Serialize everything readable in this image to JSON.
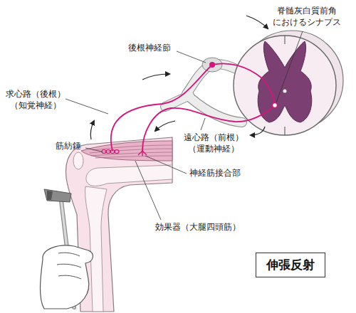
{
  "diagram": {
    "title": "伸張反射",
    "labels": [
      "脊髄灰白質前角 におけるシナプス",
      "後根神経節",
      "求心路（後根） （知覚神経）",
      "筋紡錘",
      "遠心路（前根） （運動神経）",
      "神経筋接合部",
      "効果器（大腿四頭筋）"
    ]
  }
}
